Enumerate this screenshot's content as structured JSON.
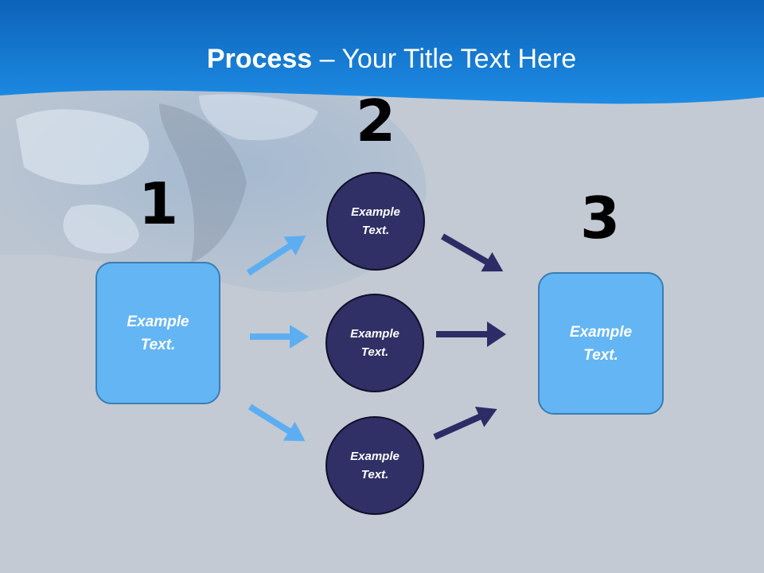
{
  "slide": {
    "title_bold": "Process",
    "title_rest": " – Your Title Text Here",
    "numbers": [
      "1",
      "2",
      "3"
    ],
    "left_box": "Example\nText.",
    "circles": [
      "Example\nText.",
      "Example\nText.",
      "Example\nText."
    ],
    "right_box": "Example\nText."
  },
  "colors": {
    "header_blue": "#1b86de",
    "background": "#c2c9d2",
    "box_fill": "#64b5f4",
    "circle_fill": "#303066",
    "light_arrow": "#5daef0",
    "dark_arrow": "#2c2c66"
  }
}
